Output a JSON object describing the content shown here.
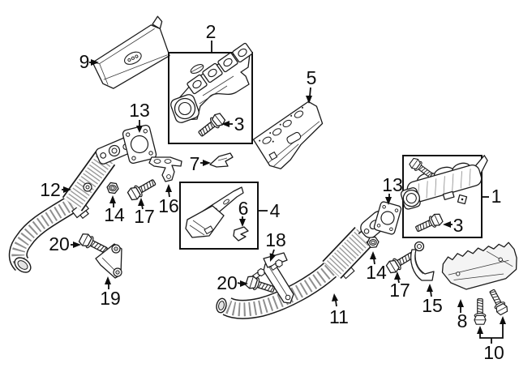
{
  "diagram": {
    "type": "exploded-parts-diagram",
    "background_color": "#ffffff",
    "line_color": "#1b1b1b",
    "callouts": [
      {
        "id": "c9",
        "label": "9"
      },
      {
        "id": "c2",
        "label": "2"
      },
      {
        "id": "c3a",
        "label": "3"
      },
      {
        "id": "c13a",
        "label": "13"
      },
      {
        "id": "c5",
        "label": "5"
      },
      {
        "id": "c7",
        "label": "7"
      },
      {
        "id": "c12",
        "label": "12"
      },
      {
        "id": "c14a",
        "label": "14"
      },
      {
        "id": "c17a",
        "label": "17"
      },
      {
        "id": "c16",
        "label": "16"
      },
      {
        "id": "c20a",
        "label": "20"
      },
      {
        "id": "c19",
        "label": "19"
      },
      {
        "id": "c4",
        "label": "4"
      },
      {
        "id": "c6",
        "label": "6"
      },
      {
        "id": "c18",
        "label": "18"
      },
      {
        "id": "c20b",
        "label": "20"
      },
      {
        "id": "c11",
        "label": "11"
      },
      {
        "id": "c13b",
        "label": "13"
      },
      {
        "id": "c1",
        "label": "1"
      },
      {
        "id": "c3b",
        "label": "3"
      },
      {
        "id": "c14b",
        "label": "14"
      },
      {
        "id": "c17b",
        "label": "17"
      },
      {
        "id": "c15",
        "label": "15"
      },
      {
        "id": "c8",
        "label": "8"
      },
      {
        "id": "c10",
        "label": "10"
      }
    ]
  }
}
